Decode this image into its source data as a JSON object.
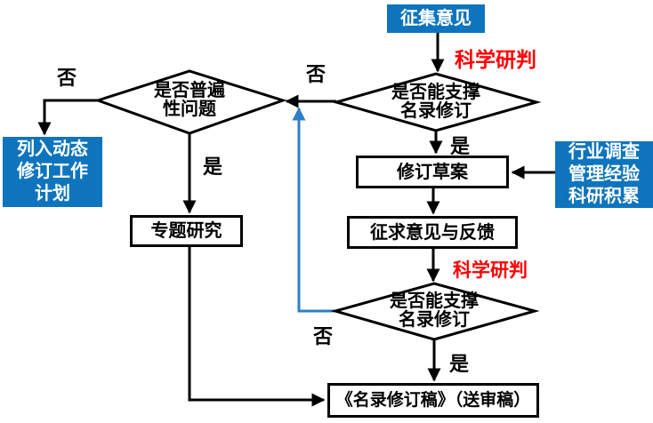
{
  "palette": {
    "box_blue": "#0E74BD",
    "arrow_blue": "#2E80C5",
    "judge_red": "#FF0000"
  },
  "nodes": {
    "start": {
      "label": "征集意见"
    },
    "decision_support_1": {
      "label": "是否能支撑\n名录修订"
    },
    "decision_common": {
      "label": "是否普遍\n性问题"
    },
    "plan": {
      "label": "列入动态\n修订工作\n计划"
    },
    "research": {
      "label": "专题研究"
    },
    "draft": {
      "label": "修订草案"
    },
    "inputs": {
      "label": "行业调查\n管理经验\n科研积累"
    },
    "feedback": {
      "label": "征求意见与反馈"
    },
    "decision_support_2": {
      "label": "是否能支撑\n名录修订"
    },
    "final": {
      "label": "《名录修订稿》（送审稿）"
    }
  },
  "labels": {
    "yes_1": "是",
    "yes_2": "是",
    "yes_3": "是",
    "no_1": "否",
    "no_2": "否",
    "no_3": "否",
    "judge_1": "科学研判",
    "judge_2": "科学研判"
  }
}
